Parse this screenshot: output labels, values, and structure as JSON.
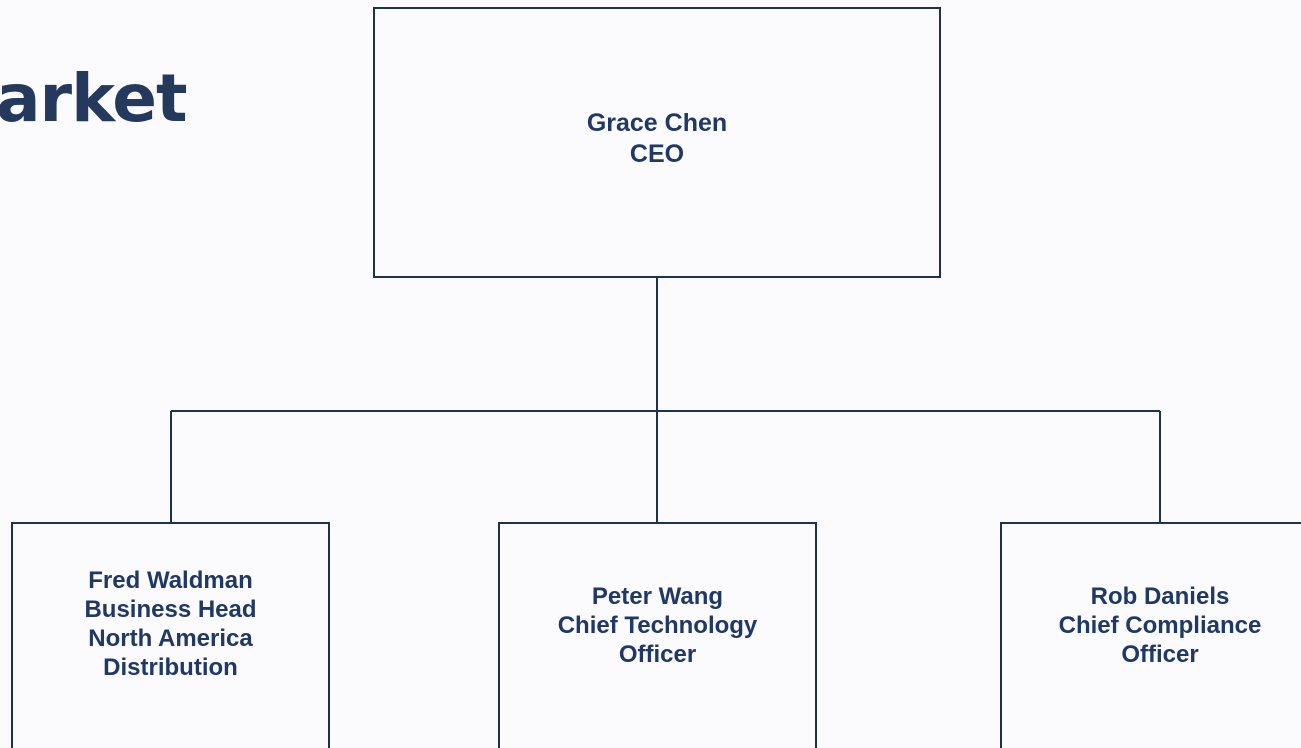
{
  "logo": {
    "text": "arket"
  },
  "org_chart": {
    "root": {
      "name": "Grace Chen",
      "title": "CEO"
    },
    "children": [
      {
        "name": "Fred Waldman",
        "title_lines": [
          "Business Head",
          "North America",
          "Distribution"
        ]
      },
      {
        "name": "Peter Wang",
        "title_lines": [
          "Chief Technology",
          "Officer"
        ]
      },
      {
        "name": "Rob Daniels",
        "title_lines": [
          "Chief Compliance",
          "Officer"
        ]
      }
    ]
  },
  "colors": {
    "text": "#1f3864",
    "border": "#1f3050",
    "logo": "#24395c",
    "background": "#fbfbfd"
  }
}
